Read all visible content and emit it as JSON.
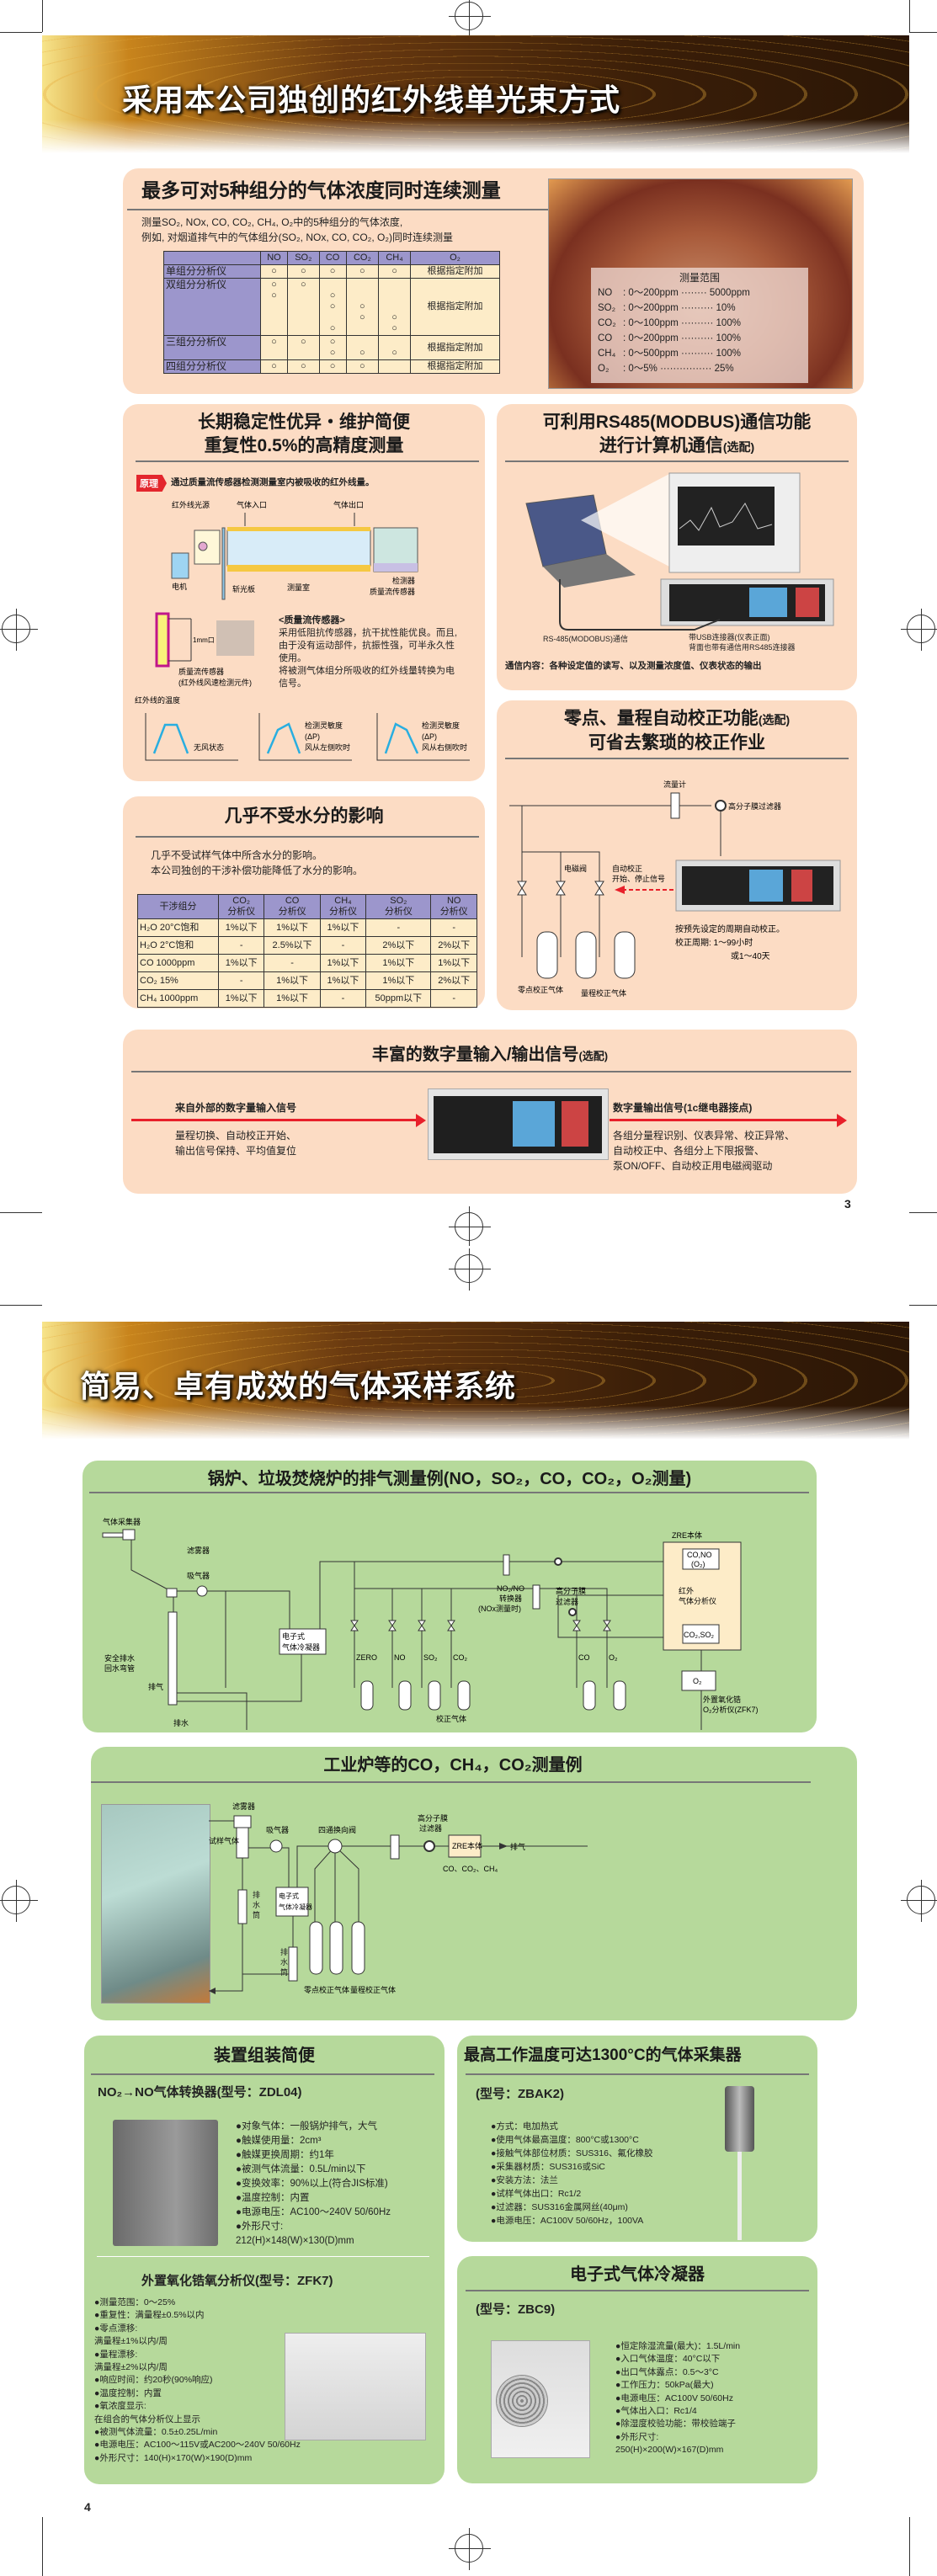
{
  "page3": {
    "banner_title": "采用本公司独创的红外线单光束方式",
    "multi_component": {
      "title": "最多可对5种组分的气体浓度同时连续测量",
      "desc_line1": "测量SO₂, NOx, CO, CO₂, CH₄, O₂中的5种组分的气体浓度,",
      "desc_line2": "例如, 对烟道排气中的气体组分(SO₂, NOx, CO, CO₂, O₂)同时连续测量",
      "table": {
        "headers": [
          "",
          "NO",
          "SO₂",
          "CO",
          "CO₂",
          "CH₄",
          "O₂"
        ],
        "rows": [
          {
            "label": "单组分分析仪",
            "cells": [
              "○",
              "○",
              "○",
              "○",
              "○",
              "根据指定附加"
            ]
          },
          {
            "label": "双组分分析仪",
            "cells": [
              "○\n○\n\n\n",
              "○\n\n\n\n",
              "\n○\n○\n\n○",
              "\n\n○\n○\n",
              "\n\n\n○\n○",
              "根据指定附加"
            ]
          },
          {
            "label": "三组分分析仪",
            "cells": [
              "○\n",
              "○\n",
              "○\n○",
              "\n○",
              "\n○",
              "根据指定附加"
            ]
          },
          {
            "label": "四组分分析仪",
            "cells": [
              "○",
              "○",
              "○",
              "○",
              "",
              "根据指定附加"
            ]
          }
        ]
      },
      "range": {
        "title": "测量范围",
        "rows": [
          {
            "gas": "NO",
            "range": ": 0～200ppm ········ 5000ppm"
          },
          {
            "gas": "SO₂",
            "range": ": 0～200ppm ·········· 10%"
          },
          {
            "gas": "CO₂",
            "range": ": 0～100ppm ·········· 100%"
          },
          {
            "gas": "CO",
            "range": ": 0～200ppm ·········· 100%"
          },
          {
            "gas": "CH₄",
            "range": ": 0～500ppm ·········· 100%"
          },
          {
            "gas": "O₂",
            "range": ": 0～5% ················ 25%"
          }
        ]
      }
    },
    "stability": {
      "title_line1": "长期稳定性优异・维护简便",
      "title_line2": "重复性0.5%的高精度测量",
      "principle_badge": "原理",
      "principle_text": "通过质量流传感器检测测量室内被吸收的红外线量。",
      "diagram": {
        "ir_source": "红外线光源",
        "gas_in": "气体入口",
        "gas_out": "气体出口",
        "motor": "电机",
        "chopper": "斩光板",
        "chamber": "测量室",
        "detector": "检测器",
        "mass_flow": "质量流传感器"
      },
      "sensor_fig": {
        "size": "1mm口",
        "label1": "质量流传感器",
        "label2": "(红外线风速检测元件)"
      },
      "sensor_desc": {
        "title": "<质量流传感器>",
        "line1": "采用低阻抗传感器，抗干扰性能优良。而且,",
        "line2": "由于没有运动部件，抗振性强，可半永久性",
        "line3": "使用。",
        "line4": "将被测气体组分所吸收的红外线量转换为电",
        "line5": "信号。"
      },
      "graphs": {
        "ylabel": "红外线的温度",
        "g1": "无风状态",
        "sens": "检测灵敏度",
        "dp": "(ΔP)",
        "g2": "风从左侧吹时",
        "g3": "风从右侧吹时"
      }
    },
    "rs485": {
      "title_line1": "可利用RS485(MODBUS)通信功能",
      "title_line2": "进行计算机通信",
      "title_option": "(选配)",
      "caption_left": "RS-485(MODOBUS)通信",
      "caption_right1": "带USB连接器(仪表正面)",
      "caption_right2": "背面也带有通信用RS485连接器",
      "content": "通信内容：各种设定值的读写、以及测量浓度值、仪表状态的输出"
    },
    "autocal": {
      "title_line1": "零点、量程自动校正功能",
      "title_option": "(选配)",
      "title_line2": "可省去繁琐的校正作业",
      "flowmeter": "流量计",
      "filter": "高分子膜过滤器",
      "solenoid": "电磁阀",
      "signal1": "自动校正",
      "signal2": "开始、停止信号",
      "zero_gas": "零点校正气体",
      "span_gas": "量程校正气体",
      "desc1": "按预先设定的周期自动校正。",
      "desc2": "校正周期:  1～99小时",
      "desc3": "或1～40天"
    },
    "water": {
      "title": "几乎不受水分的影响",
      "line1": "几乎不受试样气体中所含水分的影响。",
      "line2": "本公司独创的干涉补偿功能降低了水分的影响。",
      "headers": [
        "干涉组分",
        "CO₂\n分析仪",
        "CO\n分析仪",
        "CH₄\n分析仪",
        "SO₂\n分析仪",
        "NO\n分析仪"
      ],
      "rows": [
        [
          "H₂O  20°C饱和",
          "1%以下",
          "1%以下",
          "1%以下",
          "-",
          "-"
        ],
        [
          "H₂O  2°C饱和",
          "-",
          "2.5%以下",
          "-",
          "2%以下",
          "2%以下"
        ],
        [
          "CO    1000ppm",
          "1%以下",
          "-",
          "1%以下",
          "1%以下",
          "1%以下"
        ],
        [
          "CO₂  15%",
          "-",
          "1%以下",
          "1%以下",
          "1%以下",
          "2%以下"
        ],
        [
          "CH₄  1000ppm",
          "1%以下",
          "1%以下",
          "-",
          "50ppm以下",
          "-"
        ]
      ]
    },
    "digital_io": {
      "title": "丰富的数字量输入/输出信号",
      "title_option": "(选配)",
      "input_title": "来自外部的数字量输入信号",
      "input_line1": "量程切换、自动校正开始、",
      "input_line2": "输出信号保持、平均值复位",
      "output_title": "数字量输出信号(1c继电器接点)",
      "output_line1": "各组分量程识别、仪表异常、校正异常、",
      "output_line2": "自动校正中、各组分上下限报警、",
      "output_line3": "泵ON/OFF、自动校正用电磁阀驱动"
    },
    "page_number": "3"
  },
  "page4": {
    "banner_title": "简易、卓有成效的气体采样系统",
    "boiler": {
      "title": "锅炉、垃圾焚烧炉的排气测量例(NO，SO₂，CO，CO₂，O₂测量)",
      "probe": "气体采集器",
      "mist_filter": "滤雾器",
      "aspirator": "吸气器",
      "drain_pipe1": "安全排水",
      "drain_pipe2": "回水弯管",
      "exhaust": "排气",
      "drain": "排水",
      "cooler1": "电子式",
      "cooler2": "气体冷凝器",
      "cal_gases": [
        "ZERO",
        "NO",
        "SO₂",
        "CO₂",
        "CO",
        "O₂"
      ],
      "cal_label": "校正气体",
      "converter1": "NO₂/NO",
      "converter2": "转换器",
      "converter3": "(NOx测量时)",
      "filter1": "高分子膜",
      "filter2": "过滤器",
      "zre": "ZRE本体",
      "cell1": "CO,NO",
      "cell1b": "(O₂)",
      "ir1": "红外",
      "ir2": "气体分析仪",
      "cell2": "CO₂,SO₂",
      "o2": "O₂",
      "ext1": "外置氧化锆",
      "ext2": "O₂分析仪(ZFK7)"
    },
    "industrial": {
      "title": "工业炉等的CO，CH₄，CO₂测量例",
      "mist_filter": "滤雾器",
      "sample_gas": "试样气体",
      "aspirator": "吸气器",
      "fourway": "四通换向阀",
      "filter1": "高分子膜",
      "filter2": "过滤器",
      "zre": "ZRE本体",
      "exhaust": "排气",
      "gases": "CO、CO₂、CH₄",
      "drain_pot": "排\n水\n筒",
      "cooler1": "电子式",
      "cooler2": "气体冷凝器",
      "zero_gas": "零点校正气体",
      "span_gas": "量程校正气体"
    },
    "assembly": {
      "title": "装置组装简便",
      "zdl04_title": "NO₂→NO气体转换器(型号：ZDL04)",
      "zdl04_specs": [
        "●对象气体：一般锅炉排气，大气",
        "●触媒使用量：2cm³",
        "●触媒更换周期：约1年",
        "●被测气体流量：0.5L/min以下",
        "●变换效率：90%以上(符合JIS标准)",
        "●温度控制：内置",
        "●电源电压：AC100～240V 50/60Hz",
        "●外形尺寸:",
        "  212(H)×148(W)×130(D)mm"
      ],
      "zfk7_title": "外置氧化锆氧分析仪(型号：ZFK7)",
      "zfk7_specs": [
        "●测量范围：0～25%",
        "●重复性：满量程±0.5%以内",
        "●零点漂移:",
        "  满量程±1%以内/周",
        "●量程漂移:",
        "  满量程±2%以内/周",
        "●响应时间：约20秒(90%响应)",
        "●温度控制：内置",
        "●氧浓度显示:",
        "  在组合的气体分析仪上显示",
        "●被测气体流量：0.5±0.25L/min",
        "●电源电压：AC100～115V或AC200～240V 50/60Hz",
        "●外形尺寸：140(H)×170(W)×190(D)mm"
      ]
    },
    "probe": {
      "title": "最高工作温度可达1300°C的气体采集器",
      "model": "(型号：ZBAK2)",
      "specs": [
        "●方式：电加热式",
        "●使用气体最高温度：800°C或1300°C",
        "●接触气体部位材质：SUS316、氟化橡胶",
        "●采集器材质：SUS316或SiC",
        "●安装方法：法兰",
        "●试样气体出口：Rc1/2",
        "●过滤器：SUS316金属网丝(40μm)",
        "●电源电压：AC100V 50/60Hz，100VA"
      ]
    },
    "cooler": {
      "title": "电子式气体冷凝器",
      "model": "(型号：ZBC9)",
      "specs": [
        "●恒定除湿流量(最大)：1.5L/min",
        "●入口气体温度：40°C以下",
        "●出口气体露点：0.5～3°C",
        "●工作压力：50kPa(最大)",
        "●电源电压：AC100V 50/60Hz",
        "●气体出入口：Rc1/4",
        "●除湿度校验功能：带校验端子",
        "●外形尺寸:",
        "  250(H)×200(W)×167(D)mm"
      ]
    },
    "page_number": "4"
  },
  "colors": {
    "peach": "#fcdcc4",
    "green": "#b6d99b",
    "table_header": "#9c96cc",
    "table_cell": "#fdecc8",
    "arrow_red": "#e8202a"
  }
}
